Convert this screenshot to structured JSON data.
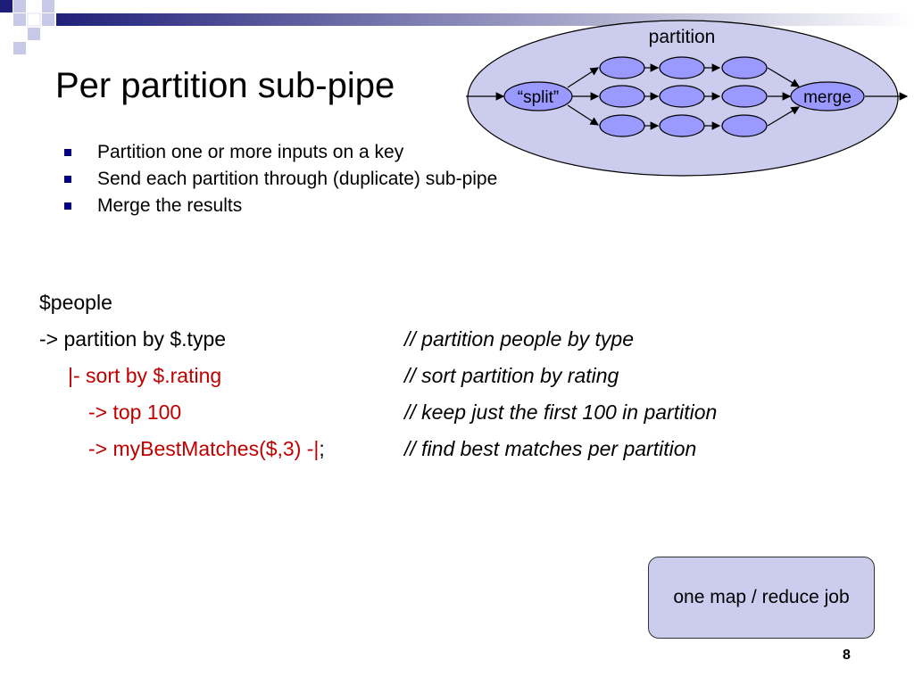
{
  "slide": {
    "title": "Per partition sub-pipe",
    "bullets": [
      "Partition one or more inputs on a key",
      "Send each partition through (duplicate) sub-pipe",
      "Merge the results"
    ],
    "page_number": "8"
  },
  "diagram": {
    "outer_label": "partition",
    "split_label": "“split”",
    "merge_label": "merge"
  },
  "code": {
    "line1": "$people",
    "line2": "-> partition by $.type",
    "line2_comment": "// partition people by type",
    "line3": "|- sort by $.rating",
    "line3_comment": "// sort partition by rating",
    "line4": "-> top 100",
    "line4_comment": "// keep just the first 100 in partition",
    "line5_red": "-> myBestMatches($,3) -|",
    "line5_suffix": ";",
    "line5_comment": "// find best matches per partition"
  },
  "callout": {
    "text": "one map / reduce job"
  },
  "colors": {
    "bullet": "#000080",
    "code_highlight": "#c00000",
    "diagram_outer_fill": "#ccccee",
    "diagram_node_fill": "#9999ff",
    "deco_dark": "#22227a",
    "deco_light": "#c8c8e8"
  }
}
